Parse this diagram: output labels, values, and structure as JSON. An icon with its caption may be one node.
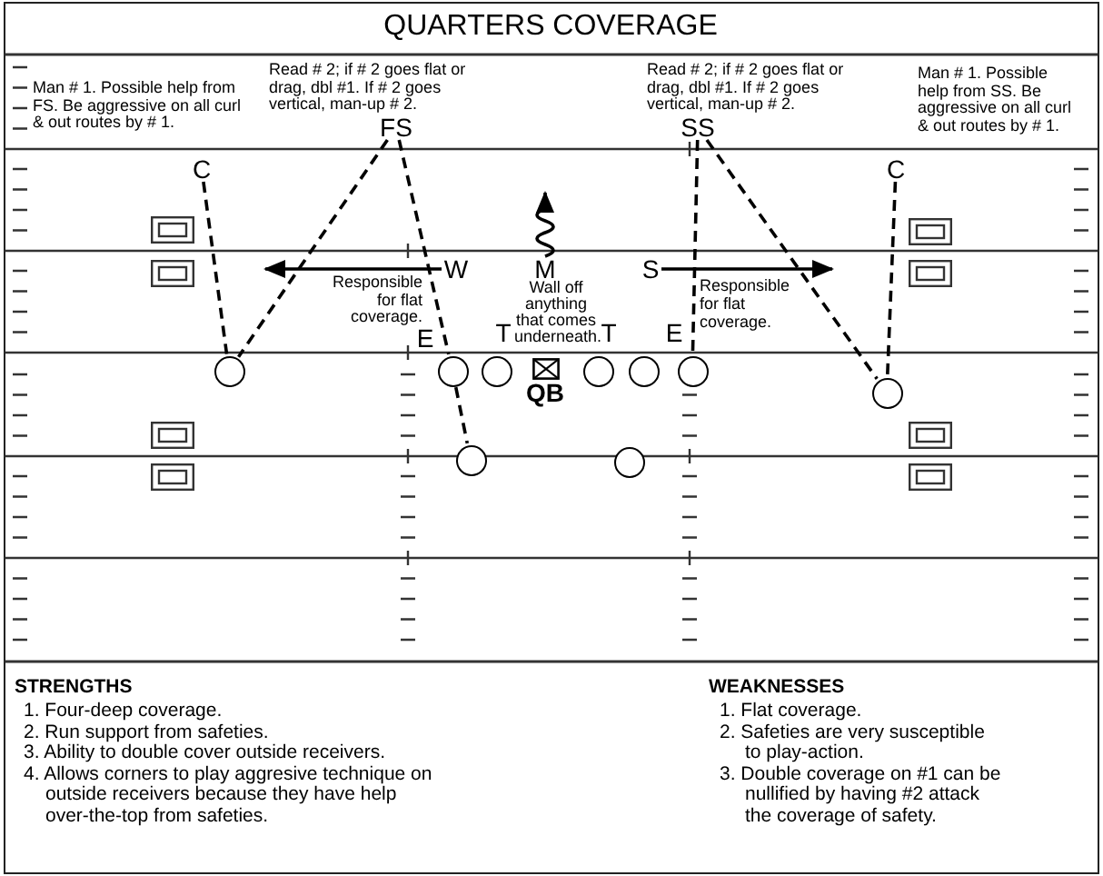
{
  "diagram": {
    "title": "QUARTERS COVERAGE",
    "nodes": [
      {
        "text": [
          "FS"
        ],
        "beside": [
          "Read # 2; if # 2 goes flat or drag, dbl #1. If # 2 goes vertical, man-up # 2."
        ]
      },
      {
        "text": [
          "SS"
        ],
        "beside": [
          "Read # 2; if # 2 goes flat or drag, dbl #1. If # 2 goes vertical, man-up # 2."
        ]
      },
      {
        "text": [
          "C"
        ],
        "beside": [
          "Man # 1. Possible help from FS. Be aggressive on all curl & out routes by # 1."
        ]
      },
      {
        "text": [
          "C"
        ],
        "beside": [
          "Man # 1. Possible help from SS. Be aggressive on all curl & out routes by # 1."
        ]
      },
      {
        "text": [
          "W"
        ]
      },
      {
        "text": [
          "M"
        ],
        "beside": [
          "Wall off anything that comes underneath."
        ]
      },
      {
        "text": [
          "S"
        ]
      },
      {
        "text": [
          "E"
        ]
      },
      {
        "text": [
          "T"
        ]
      },
      {
        "text": [
          "T"
        ]
      },
      {
        "text": [
          "E"
        ]
      },
      {
        "text": [],
        "shape": "circle"
      },
      {
        "text": [],
        "shape": "circle"
      },
      {
        "text": [],
        "shape": "circle"
      },
      {
        "text": [
          "QB"
        ]
      },
      {
        "text": [],
        "shape": "circle"
      },
      {
        "text": [],
        "shape": "circle"
      },
      {
        "text": [],
        "shape": "circle"
      },
      {
        "text": [],
        "shape": "circle"
      },
      {
        "text": [],
        "shape": "circle"
      },
      {
        "text": [],
        "shape": "circle"
      }
    ],
    "edges": [
      {
        "from": 0,
        "to": 11,
        "arrow": "none",
        "style": "dashed"
      },
      {
        "from": 2,
        "to": 11,
        "arrow": "none",
        "style": "dashed"
      },
      {
        "from": 0,
        "to": 12,
        "arrow": "none",
        "style": "dashed"
      },
      {
        "from": 12,
        "to": 19,
        "arrow": "none",
        "style": "dashed"
      },
      {
        "from": 1,
        "to": 17,
        "arrow": "none",
        "style": "dashed"
      },
      {
        "from": 1,
        "to": 18,
        "arrow": "none",
        "style": "dashed"
      },
      {
        "from": 3,
        "to": 18,
        "arrow": "none",
        "style": "dashed"
      },
      {
        "from": 4,
        "to": null,
        "arrow": "to"
      },
      {
        "from": 5,
        "to": null,
        "arrow": "to"
      },
      {
        "from": 6,
        "to": null,
        "arrow": "to"
      }
    ],
    "labels": [
      "Responsible for flat coverage.",
      "Responsible for flat coverage.",
      "STRENGTHS",
      "1. Four-deep coverage.",
      "2. Run support from safeties.",
      "3. Ability to double cover outside receivers.",
      "4. Allows corners to play aggresive technique on outside receivers because they have help over-the-top from safeties.",
      "WEAKNESSES",
      "1. Flat coverage.",
      "2. Safeties are very susceptible to play-action.",
      "3. Double coverage on #1 can be nullified by having #2 attack the coverage of safety."
    ]
  }
}
